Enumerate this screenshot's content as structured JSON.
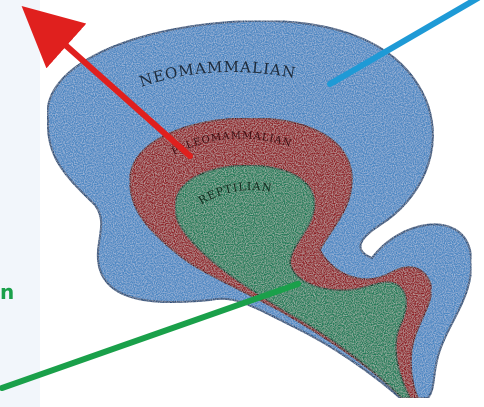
{
  "diagram": {
    "labels": {
      "neomammalian": "NEOMAMMALIAN",
      "paleomammalian": "PALEOMAMMALIAN",
      "reptilian": "REPTILIAN"
    },
    "left_fragment_text": "n",
    "colors": {
      "neomammalian_fill": "#4a86c2",
      "paleomammalian_fill": "#8e1a24",
      "reptilian_fill": "#1e7a56",
      "arrow_red": "#e0201e",
      "line_blue": "#1e9ad6",
      "line_green": "#1aa04a",
      "left_panel": "#f2f6fb"
    }
  }
}
